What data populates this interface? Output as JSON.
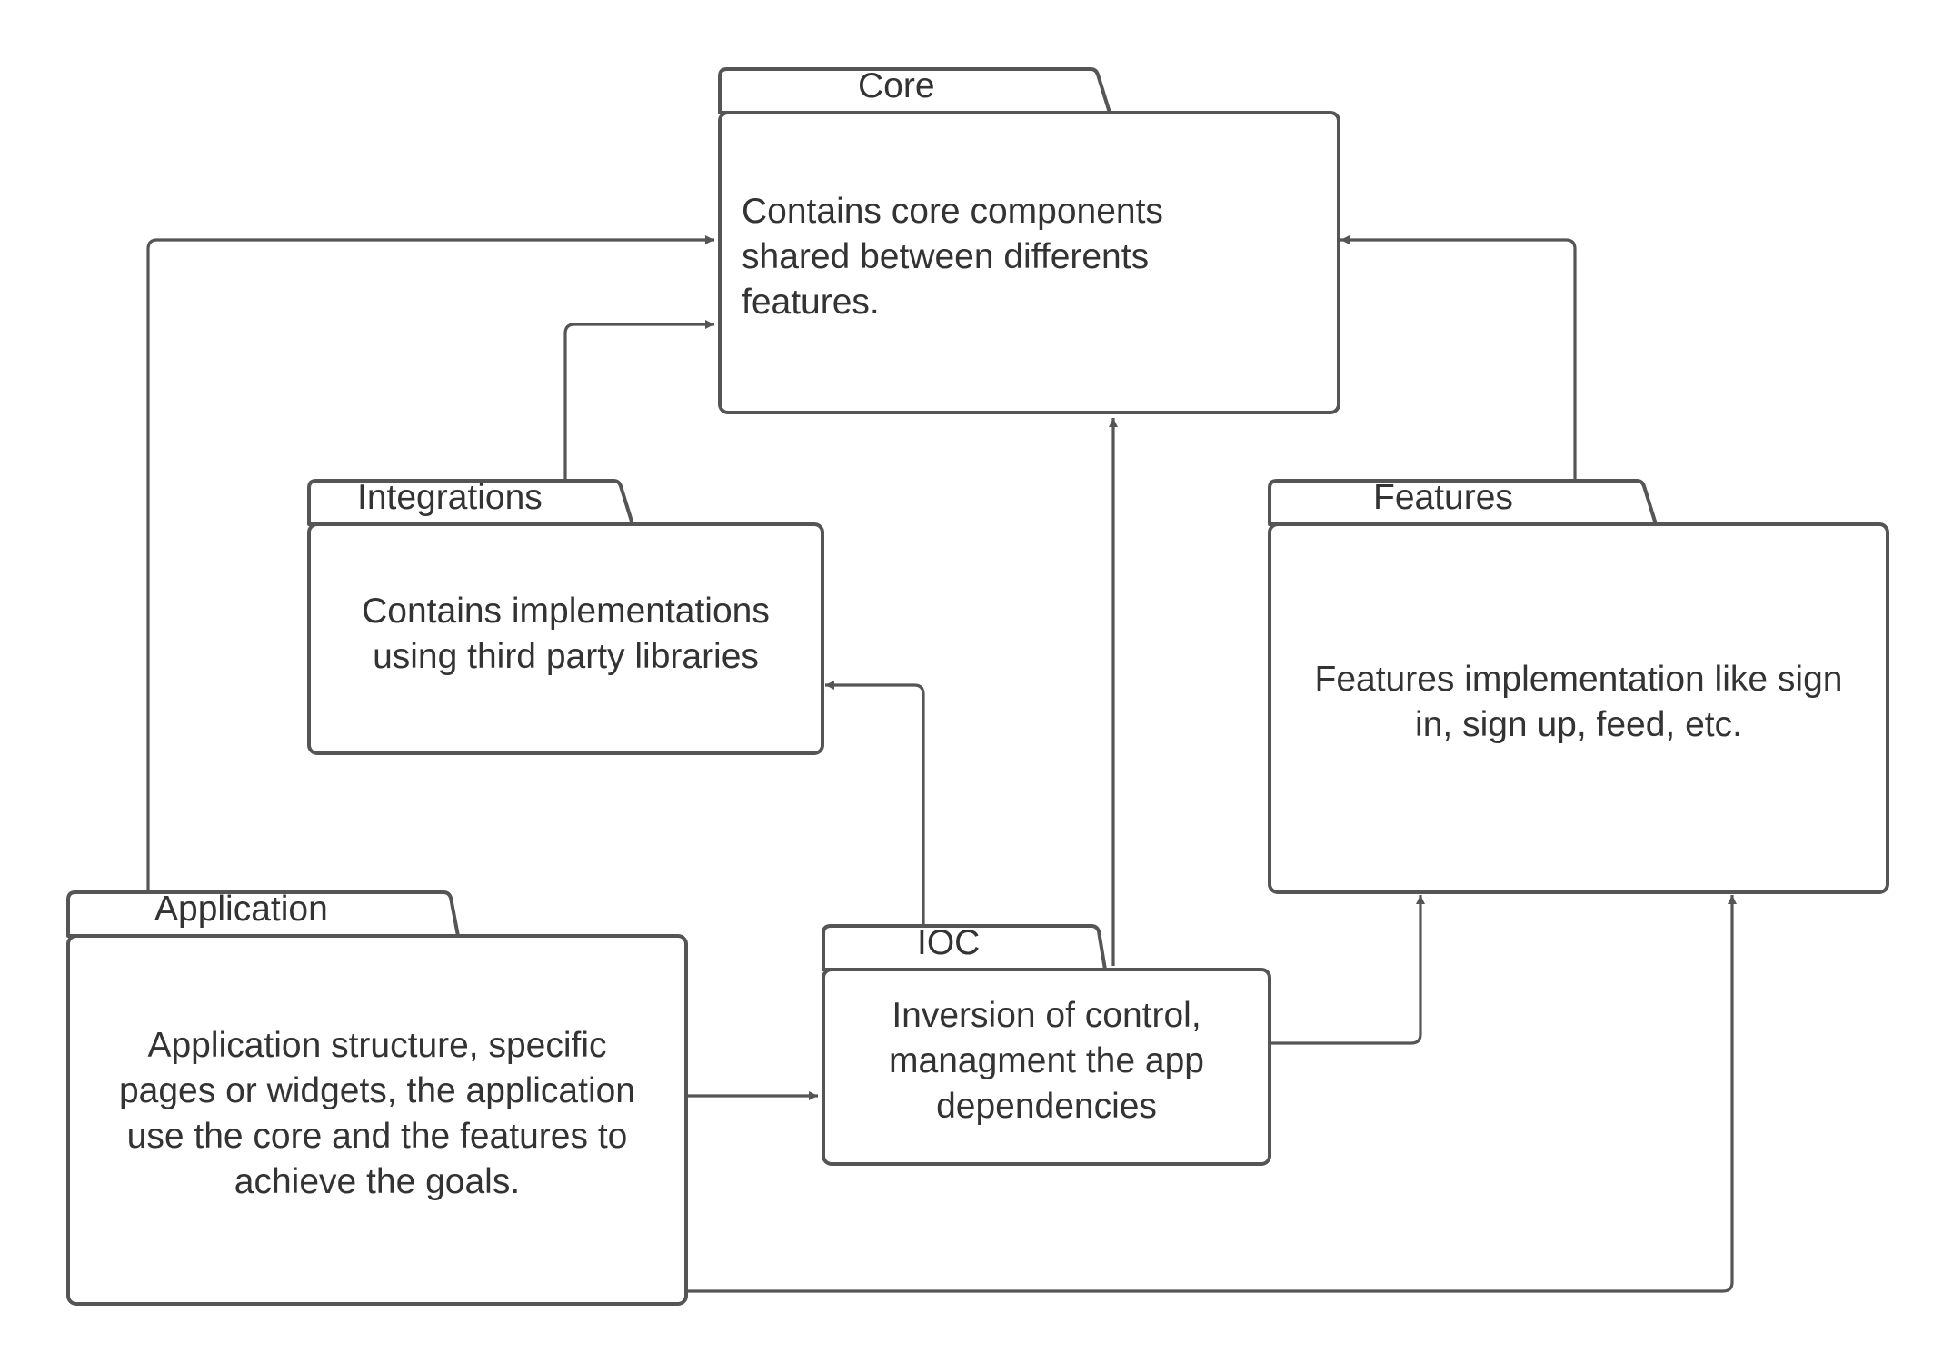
{
  "diagram": {
    "colors": {
      "stroke": "#555555",
      "text": "#333333",
      "background": "#ffffff"
    },
    "packages": {
      "core": {
        "title": "Core",
        "lines": [
          "Contains core components",
          "shared between differents",
          "features."
        ]
      },
      "integrations": {
        "title": "Integrations",
        "lines": [
          "Contains implementations",
          "using third party libraries"
        ]
      },
      "features": {
        "title": "Features",
        "lines": [
          "Features implementation like sign",
          "in, sign up, feed, etc."
        ]
      },
      "application": {
        "title": "Application",
        "lines": [
          "Application structure, specific",
          "pages or widgets, the application",
          "use the core and the features to",
          "achieve the goals."
        ]
      },
      "ioc": {
        "title": "IOC",
        "lines": [
          "Inversion of control,",
          "managment the app",
          "dependencies"
        ]
      }
    },
    "connections": [
      {
        "from": "application",
        "to": "core"
      },
      {
        "from": "integrations",
        "to": "core"
      },
      {
        "from": "ioc",
        "to": "core"
      },
      {
        "from": "features",
        "to": "core"
      },
      {
        "from": "ioc",
        "to": "integrations"
      },
      {
        "from": "application",
        "to": "ioc"
      },
      {
        "from": "ioc",
        "to": "features"
      },
      {
        "from": "application",
        "to": "features"
      }
    ]
  }
}
